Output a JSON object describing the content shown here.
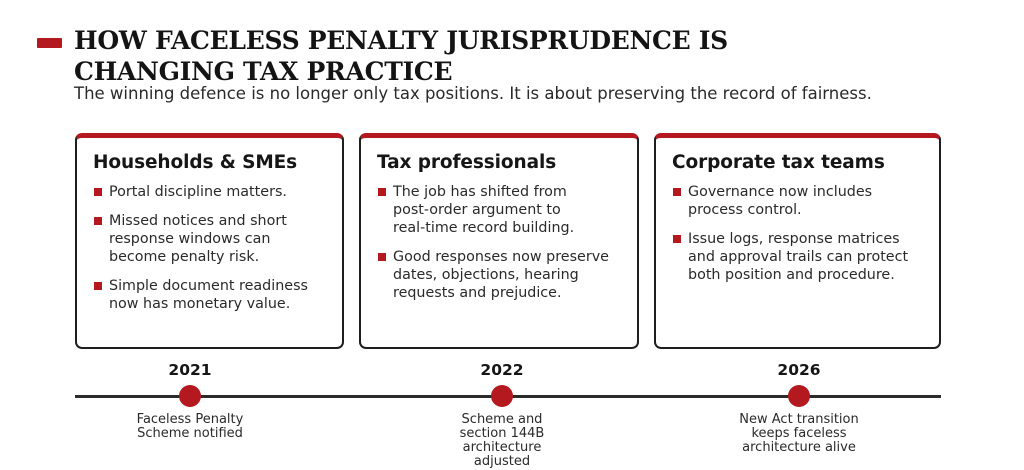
{
  "header": {
    "title": "HOW FACELESS PENALTY JURISPRUDENCE IS CHANGING TAX PRACTICE",
    "subtitle": "The winning defence is no longer only tax positions. It is about preserving the record of fairness.",
    "accent_color": "#b3191f"
  },
  "cards": [
    {
      "title": "Households & SMEs",
      "items": [
        "Portal discipline matters.",
        "Missed notices and short response windows can become penalty risk.",
        "Simple document readiness now has monetary value."
      ]
    },
    {
      "title": "Tax professionals",
      "items": [
        "The job has shifted from post-order argument to real-time record building.",
        "Good responses now preserve dates, objections, hearing requests and prejudice."
      ]
    },
    {
      "title": "Corporate tax teams",
      "items": [
        "Governance now includes process control.",
        "Issue logs, response matrices and approval trails can protect both position and procedure."
      ]
    }
  ],
  "timeline": [
    {
      "year": "2021",
      "description": "Faceless Penalty Scheme notified"
    },
    {
      "year": "2022",
      "description": "Scheme and section 144B architecture adjusted"
    },
    {
      "year": "2026",
      "description": "New Act transition keeps faceless architecture alive"
    }
  ]
}
